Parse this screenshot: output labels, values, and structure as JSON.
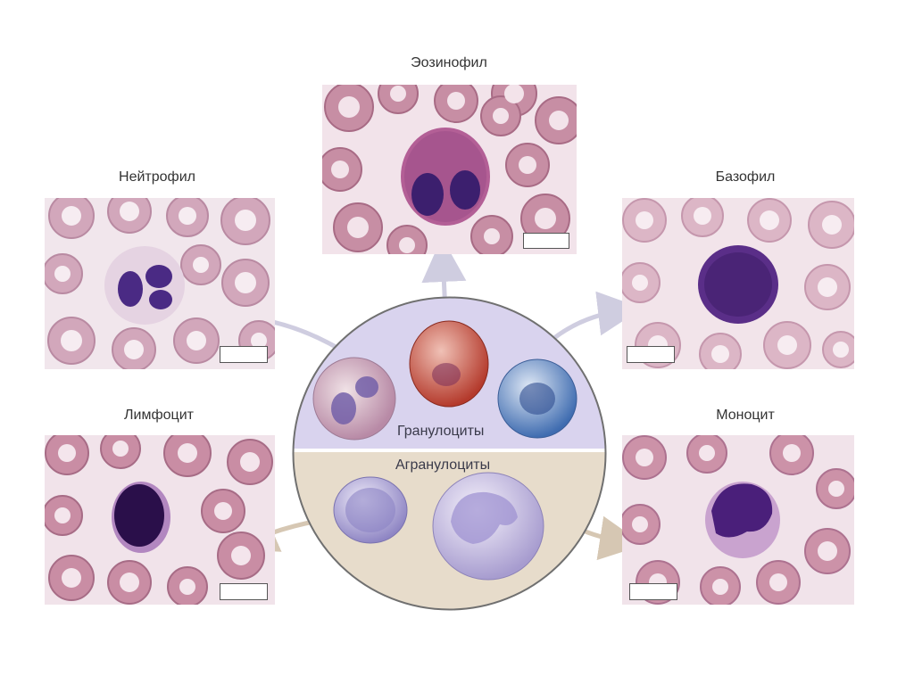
{
  "cells": {
    "eosinophil": "Эозинофил",
    "neutrophil": "Нейтрофил",
    "basophil": "Базофил",
    "lymphocyte": "Лимфоцит",
    "monocyte": "Моноцит"
  },
  "groups": {
    "granulocytes": "Гранулоциты",
    "agranulocytes": "Агранулоциты"
  },
  "colors": {
    "rbc": "#c9899c",
    "rbc_center": "#f3e3ea",
    "granulocyte_bg": "#d9d3ee",
    "agranulocyte_bg": "#e7dccb",
    "nucleus": "#3c1f6e",
    "arrow": "#cfcde0"
  }
}
